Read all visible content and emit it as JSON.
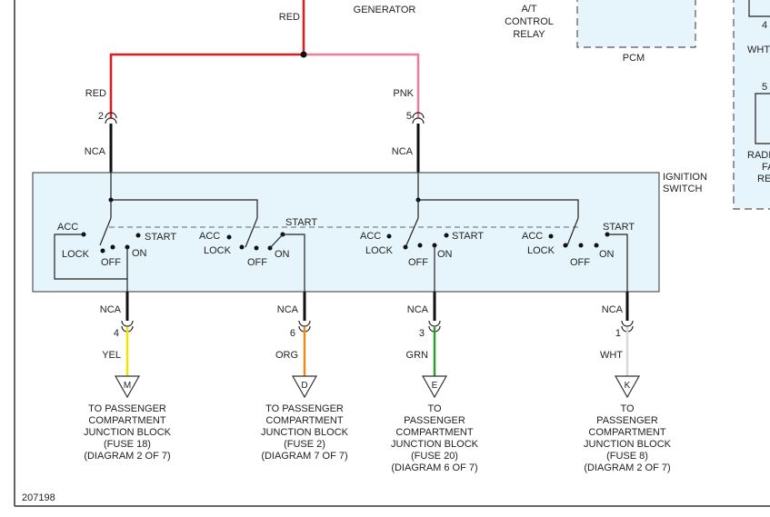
{
  "top": {
    "generator": "GENERATOR",
    "red": "RED",
    "relay_line1": "A/T",
    "relay_line2": "CONTROL",
    "relay_line3": "RELAY",
    "pcm": "PCM"
  },
  "right_partial": {
    "pin4": "4",
    "wht": "WHT",
    "pin5": "5",
    "line1": "RADI",
    "line2": "FA",
    "line3": "RE"
  },
  "upper_wires": {
    "left_color": "RED",
    "left_pin": "2",
    "left_nca": "NCA",
    "right_color": "PNK",
    "right_pin": "5",
    "right_nca": "NCA"
  },
  "ignition": {
    "title_line1": "IGNITION",
    "title_line2": "SWITCH",
    "sections": [
      {
        "acc": "ACC",
        "lock": "LOCK",
        "off": "OFF",
        "on": "ON",
        "start": "START"
      },
      {
        "acc": "ACC",
        "lock": "LOCK",
        "off": "OFF",
        "on": "ON",
        "start": "START"
      },
      {
        "acc": "ACC",
        "lock": "LOCK",
        "off": "OFF",
        "on": "ON",
        "start": "START"
      },
      {
        "acc": "ACC",
        "lock": "LOCK",
        "off": "OFF",
        "on": "ON",
        "start": "START"
      }
    ]
  },
  "outputs": [
    {
      "nca": "NCA",
      "pin": "4",
      "color": "YEL",
      "wire_hex": "#f2e600",
      "letter": "M",
      "lines": [
        "TO PASSENGER",
        "COMPARTMENT",
        "JUNCTION BLOCK",
        "(FUSE 18)",
        "(DIAGRAM 2 OF 7)"
      ]
    },
    {
      "nca": "NCA",
      "pin": "6",
      "color": "ORG",
      "wire_hex": "#f08a1c",
      "letter": "D",
      "lines": [
        "TO PASSENGER",
        "COMPARTMENT",
        "JUNCTION BLOCK",
        "(FUSE 2)",
        "(DIAGRAM 7 OF 7)"
      ]
    },
    {
      "nca": "NCA",
      "pin": "3",
      "color": "GRN",
      "wire_hex": "#2f9e2f",
      "letter": "E",
      "lines": [
        "TO",
        "PASSENGER",
        "COMPARTMENT",
        "JUNCTION BLOCK",
        "(FUSE 20)",
        "(DIAGRAM 6 OF 7)"
      ]
    },
    {
      "nca": "NCA",
      "pin": "1",
      "color": "WHT",
      "wire_hex": "#d8d8d8",
      "letter": "K",
      "lines": [
        "TO",
        "PASSENGER",
        "COMPARTMENT",
        "JUNCTION BLOCK",
        "(FUSE 8)",
        "(DIAGRAM 2 OF 7)"
      ]
    }
  ],
  "colors": {
    "red_wire": "#e8191c",
    "pink_wire": "#f07d93",
    "switch_fill": "#e6f4fb",
    "pcm_fill": "#e6f4fb",
    "border": "#333333"
  },
  "footer": {
    "code": "207198"
  }
}
